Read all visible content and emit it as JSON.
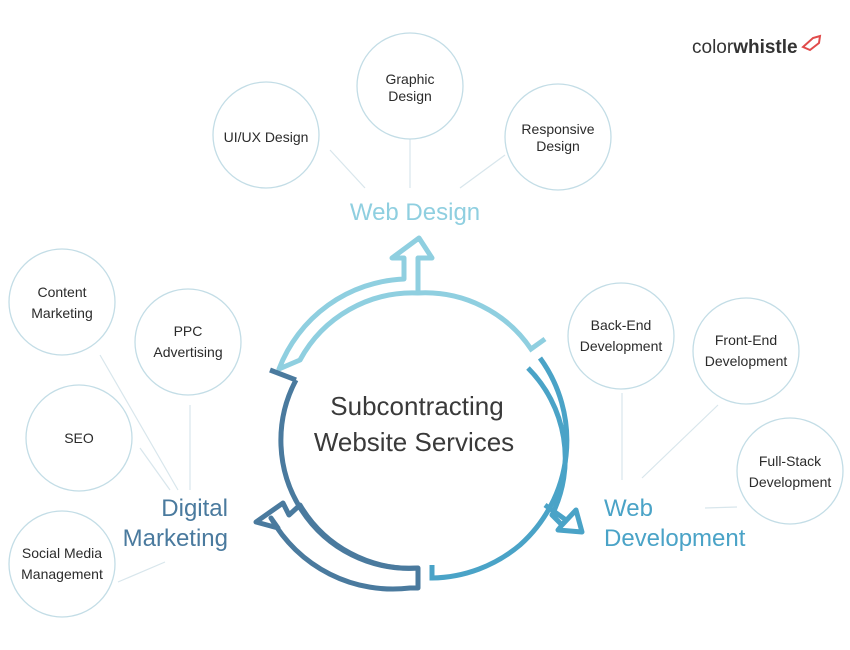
{
  "logo": {
    "part1": "color",
    "part2": "whistle",
    "accent": "#e14b4b"
  },
  "center": {
    "line1": "Subcontracting",
    "line2": "Website Services"
  },
  "categories": {
    "web_design": {
      "label": "Web Design",
      "color": "#8fcfe0"
    },
    "web_development": {
      "line1": "Web",
      "line2": "Development",
      "color": "#4aa3c7"
    },
    "digital_marketing": {
      "line1": "Digital",
      "line2": "Marketing",
      "color": "#4a7a9e"
    }
  },
  "nodes": {
    "uiux": {
      "line1": "UI/UX Design"
    },
    "graphic": {
      "line1": "Graphic",
      "line2": "Design"
    },
    "responsive": {
      "line1": "Responsive",
      "line2": "Design"
    },
    "backend": {
      "line1": "Back-End",
      "line2": "Development"
    },
    "frontend": {
      "line1": "Front-End",
      "line2": "Development"
    },
    "fullstack": {
      "line1": "Full-Stack",
      "line2": "Development"
    },
    "content": {
      "line1": "Content",
      "line2": "Marketing"
    },
    "ppc": {
      "line1": "PPC",
      "line2": "Advertising"
    },
    "seo": {
      "line1": "SEO"
    },
    "social": {
      "line1": "Social Media",
      "line2": "Management"
    }
  }
}
